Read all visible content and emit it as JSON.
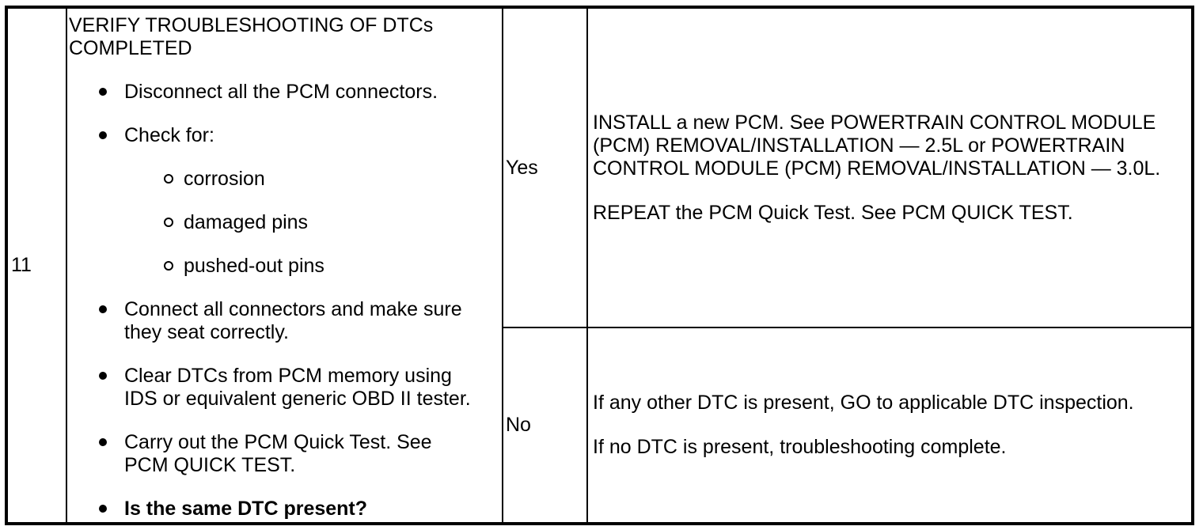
{
  "colors": {
    "border": "#000000",
    "text": "#000000",
    "background": "#ffffff"
  },
  "table": {
    "step": {
      "number": "11",
      "title": "VERIFY TROUBLESHOOTING OF DTCs COMPLETED",
      "bullets": [
        {
          "level": 1,
          "bold": false,
          "text": "Disconnect all the PCM connectors."
        },
        {
          "level": 1,
          "bold": false,
          "text": "Check for:"
        },
        {
          "level": 2,
          "bold": false,
          "text": "corrosion"
        },
        {
          "level": 2,
          "bold": false,
          "text": "damaged pins"
        },
        {
          "level": 2,
          "bold": false,
          "text": "pushed-out pins"
        },
        {
          "level": 1,
          "bold": false,
          "text": "Connect all connectors and make sure they seat correctly."
        },
        {
          "level": 1,
          "bold": false,
          "text": "Clear DTCs from PCM memory using IDS or equivalent generic OBD II tester."
        },
        {
          "level": 1,
          "bold": false,
          "text": "Carry out the PCM Quick Test. See PCM QUICK TEST."
        },
        {
          "level": 1,
          "bold": true,
          "text": "Is the same DTC present?"
        }
      ]
    },
    "outcomes": [
      {
        "answer": "Yes",
        "paragraphs": [
          "INSTALL a new PCM. See POWERTRAIN CONTROL MODULE (PCM) REMOVAL/INSTALLATION — 2.5L or POWERTRAIN CONTROL MODULE (PCM) REMOVAL/INSTALLATION — 3.0L.",
          "REPEAT the PCM Quick Test. See PCM QUICK TEST."
        ]
      },
      {
        "answer": "No",
        "paragraphs": [
          "If any other DTC is present, GO to applicable DTC inspection.",
          "If no DTC is present, troubleshooting complete."
        ]
      }
    ]
  }
}
